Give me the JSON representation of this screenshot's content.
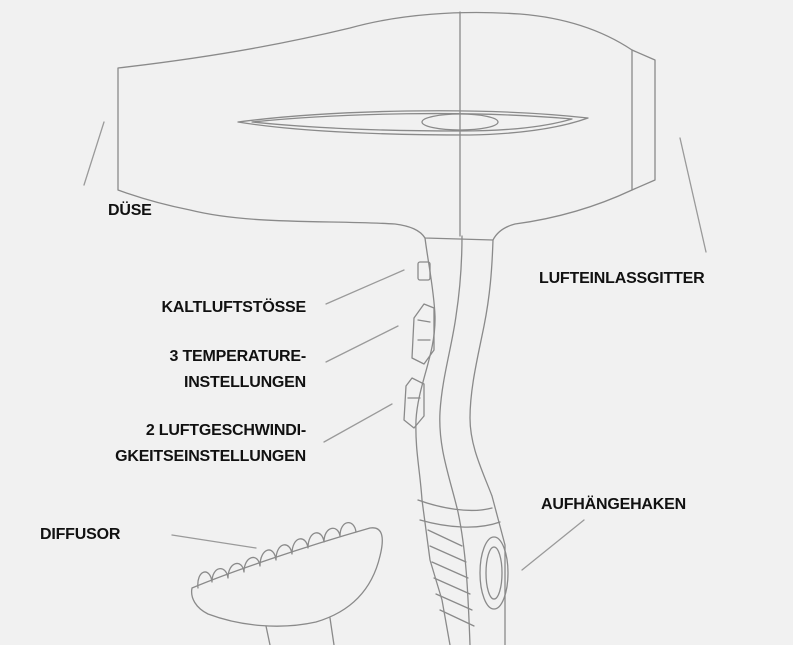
{
  "labels": {
    "nozzle": "DÜSE",
    "air_inlet_grille": "LUFTEINLASSGITTER",
    "cool_shot": "KALTLUFTSTÖSSE",
    "temperature_line1": "3 TEMPERATURE-",
    "temperature_line2": "INSTELLUNGEN",
    "airspeed_line1": "2 LUFTGESCHWINDI-",
    "airspeed_line2": "GKEITSEINSTELLUNGEN",
    "diffuser": "DIFFUSOR",
    "hanging_hook": "AUFHÄNGEHAKEN"
  },
  "colors": {
    "background": "#f1f1f1",
    "outline": "#8a8a8a",
    "leader_line": "#9a9a9a",
    "text": "#111111"
  }
}
